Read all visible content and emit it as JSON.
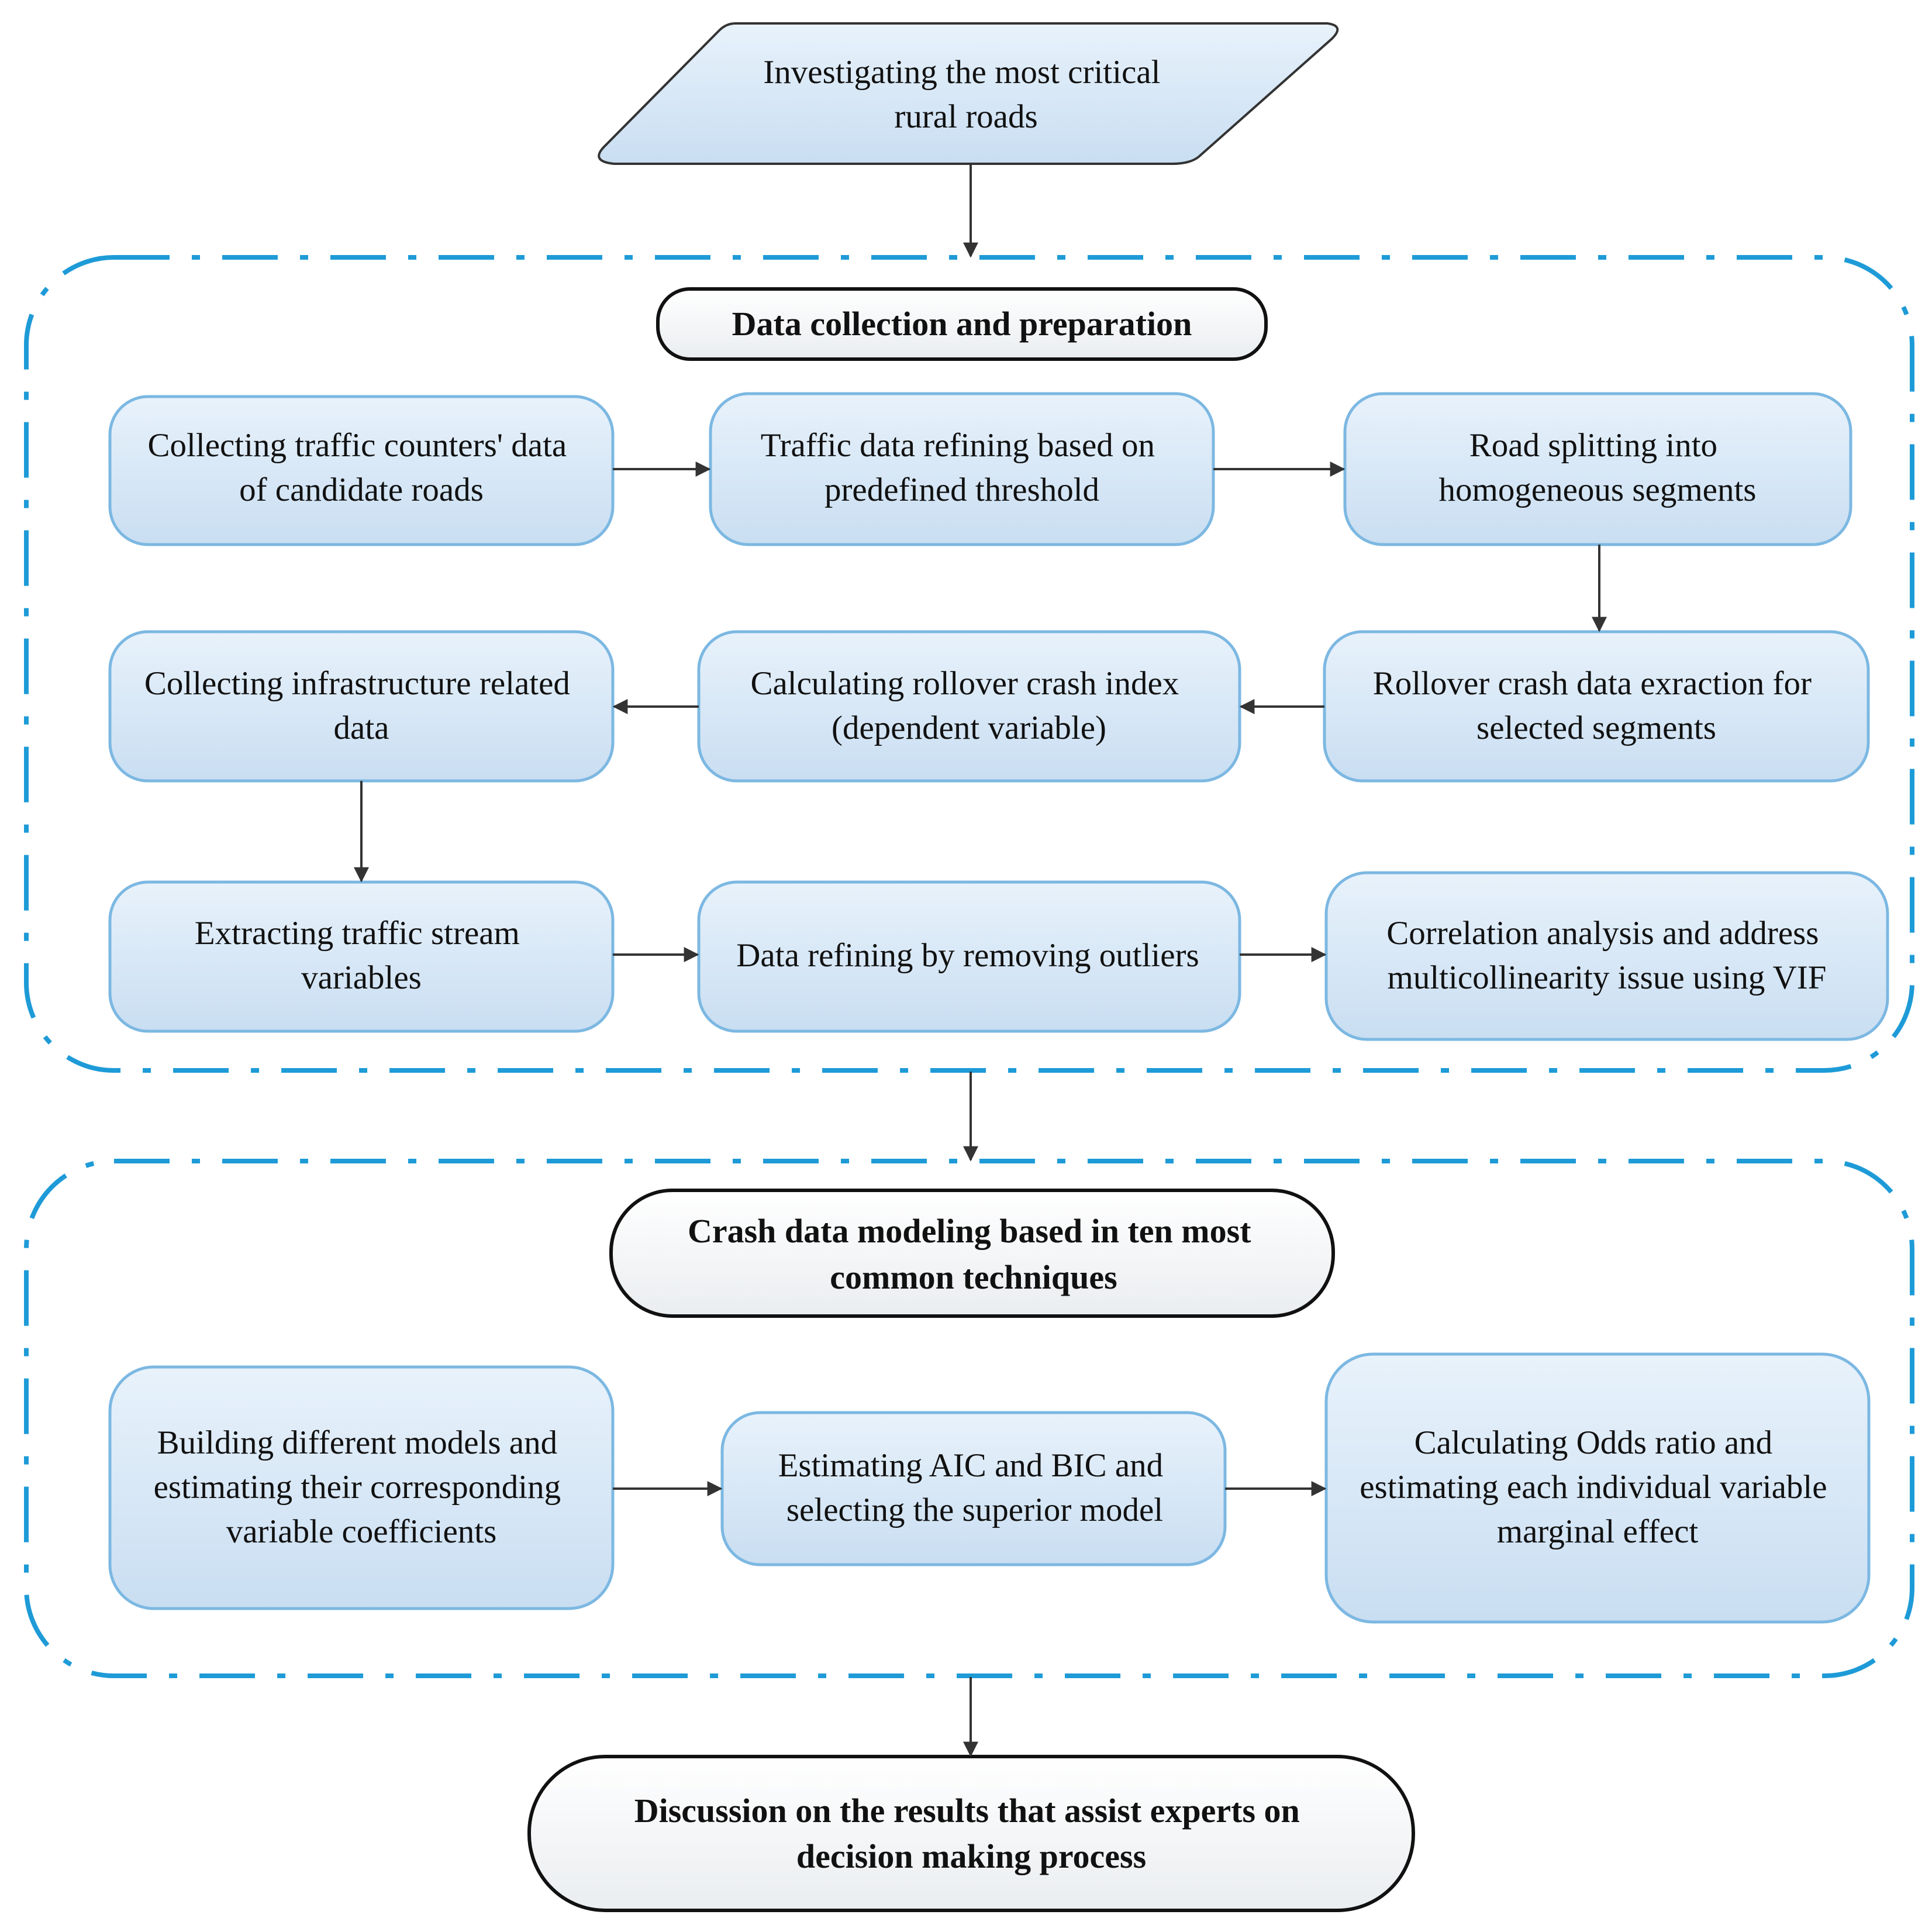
{
  "start": {
    "lines": [
      "Investigating the most critical",
      "rural roads"
    ]
  },
  "group1": {
    "title": "Data collection and preparation",
    "steps": [
      {
        "id": "s1",
        "lines": [
          "Collecting traffic counters' data",
          "of candidate roads"
        ]
      },
      {
        "id": "s2",
        "lines": [
          "Traffic data refining based on",
          "predefined threshold"
        ]
      },
      {
        "id": "s3",
        "lines": [
          "Road splitting into",
          "homogeneous segments"
        ]
      },
      {
        "id": "s4",
        "lines": [
          "Rollover crash data exraction for",
          "selected segments"
        ]
      },
      {
        "id": "s5",
        "lines": [
          "Calculating rollover crash index",
          "(dependent variable)"
        ]
      },
      {
        "id": "s6",
        "lines": [
          "Collecting infrastructure related",
          "data"
        ]
      },
      {
        "id": "s7",
        "lines": [
          "Extracting traffic stream",
          "variables"
        ]
      },
      {
        "id": "s8",
        "lines": [
          "Data refining by removing outliers"
        ]
      },
      {
        "id": "s9",
        "lines": [
          "Correlation analysis and address",
          "multicollinearity issue using VIF"
        ]
      }
    ]
  },
  "group2": {
    "title": [
      "Crash data modeling based in ten most",
      "common techniques"
    ],
    "steps": [
      {
        "id": "m1",
        "lines": [
          "Building different models and",
          "estimating their corresponding",
          "variable coefficients"
        ]
      },
      {
        "id": "m2",
        "lines": [
          "Estimating AIC and BIC and",
          "selecting the superior model"
        ]
      },
      {
        "id": "m3",
        "lines": [
          "Calculating Odds ratio and",
          "estimating each individual variable",
          "marginal effect"
        ]
      }
    ]
  },
  "end": {
    "lines": [
      "Discussion on the results that assist experts on",
      "decision making process"
    ]
  },
  "colors": {
    "group_border": "#1e9bd7",
    "box_border": "#7cb8e2",
    "box_fill_top": "#e8f2fb",
    "box_fill_bottom": "#c9def2",
    "arrow": "#333333",
    "header_fill_top": "#ffffff",
    "header_fill_bottom": "#eef0f2"
  }
}
